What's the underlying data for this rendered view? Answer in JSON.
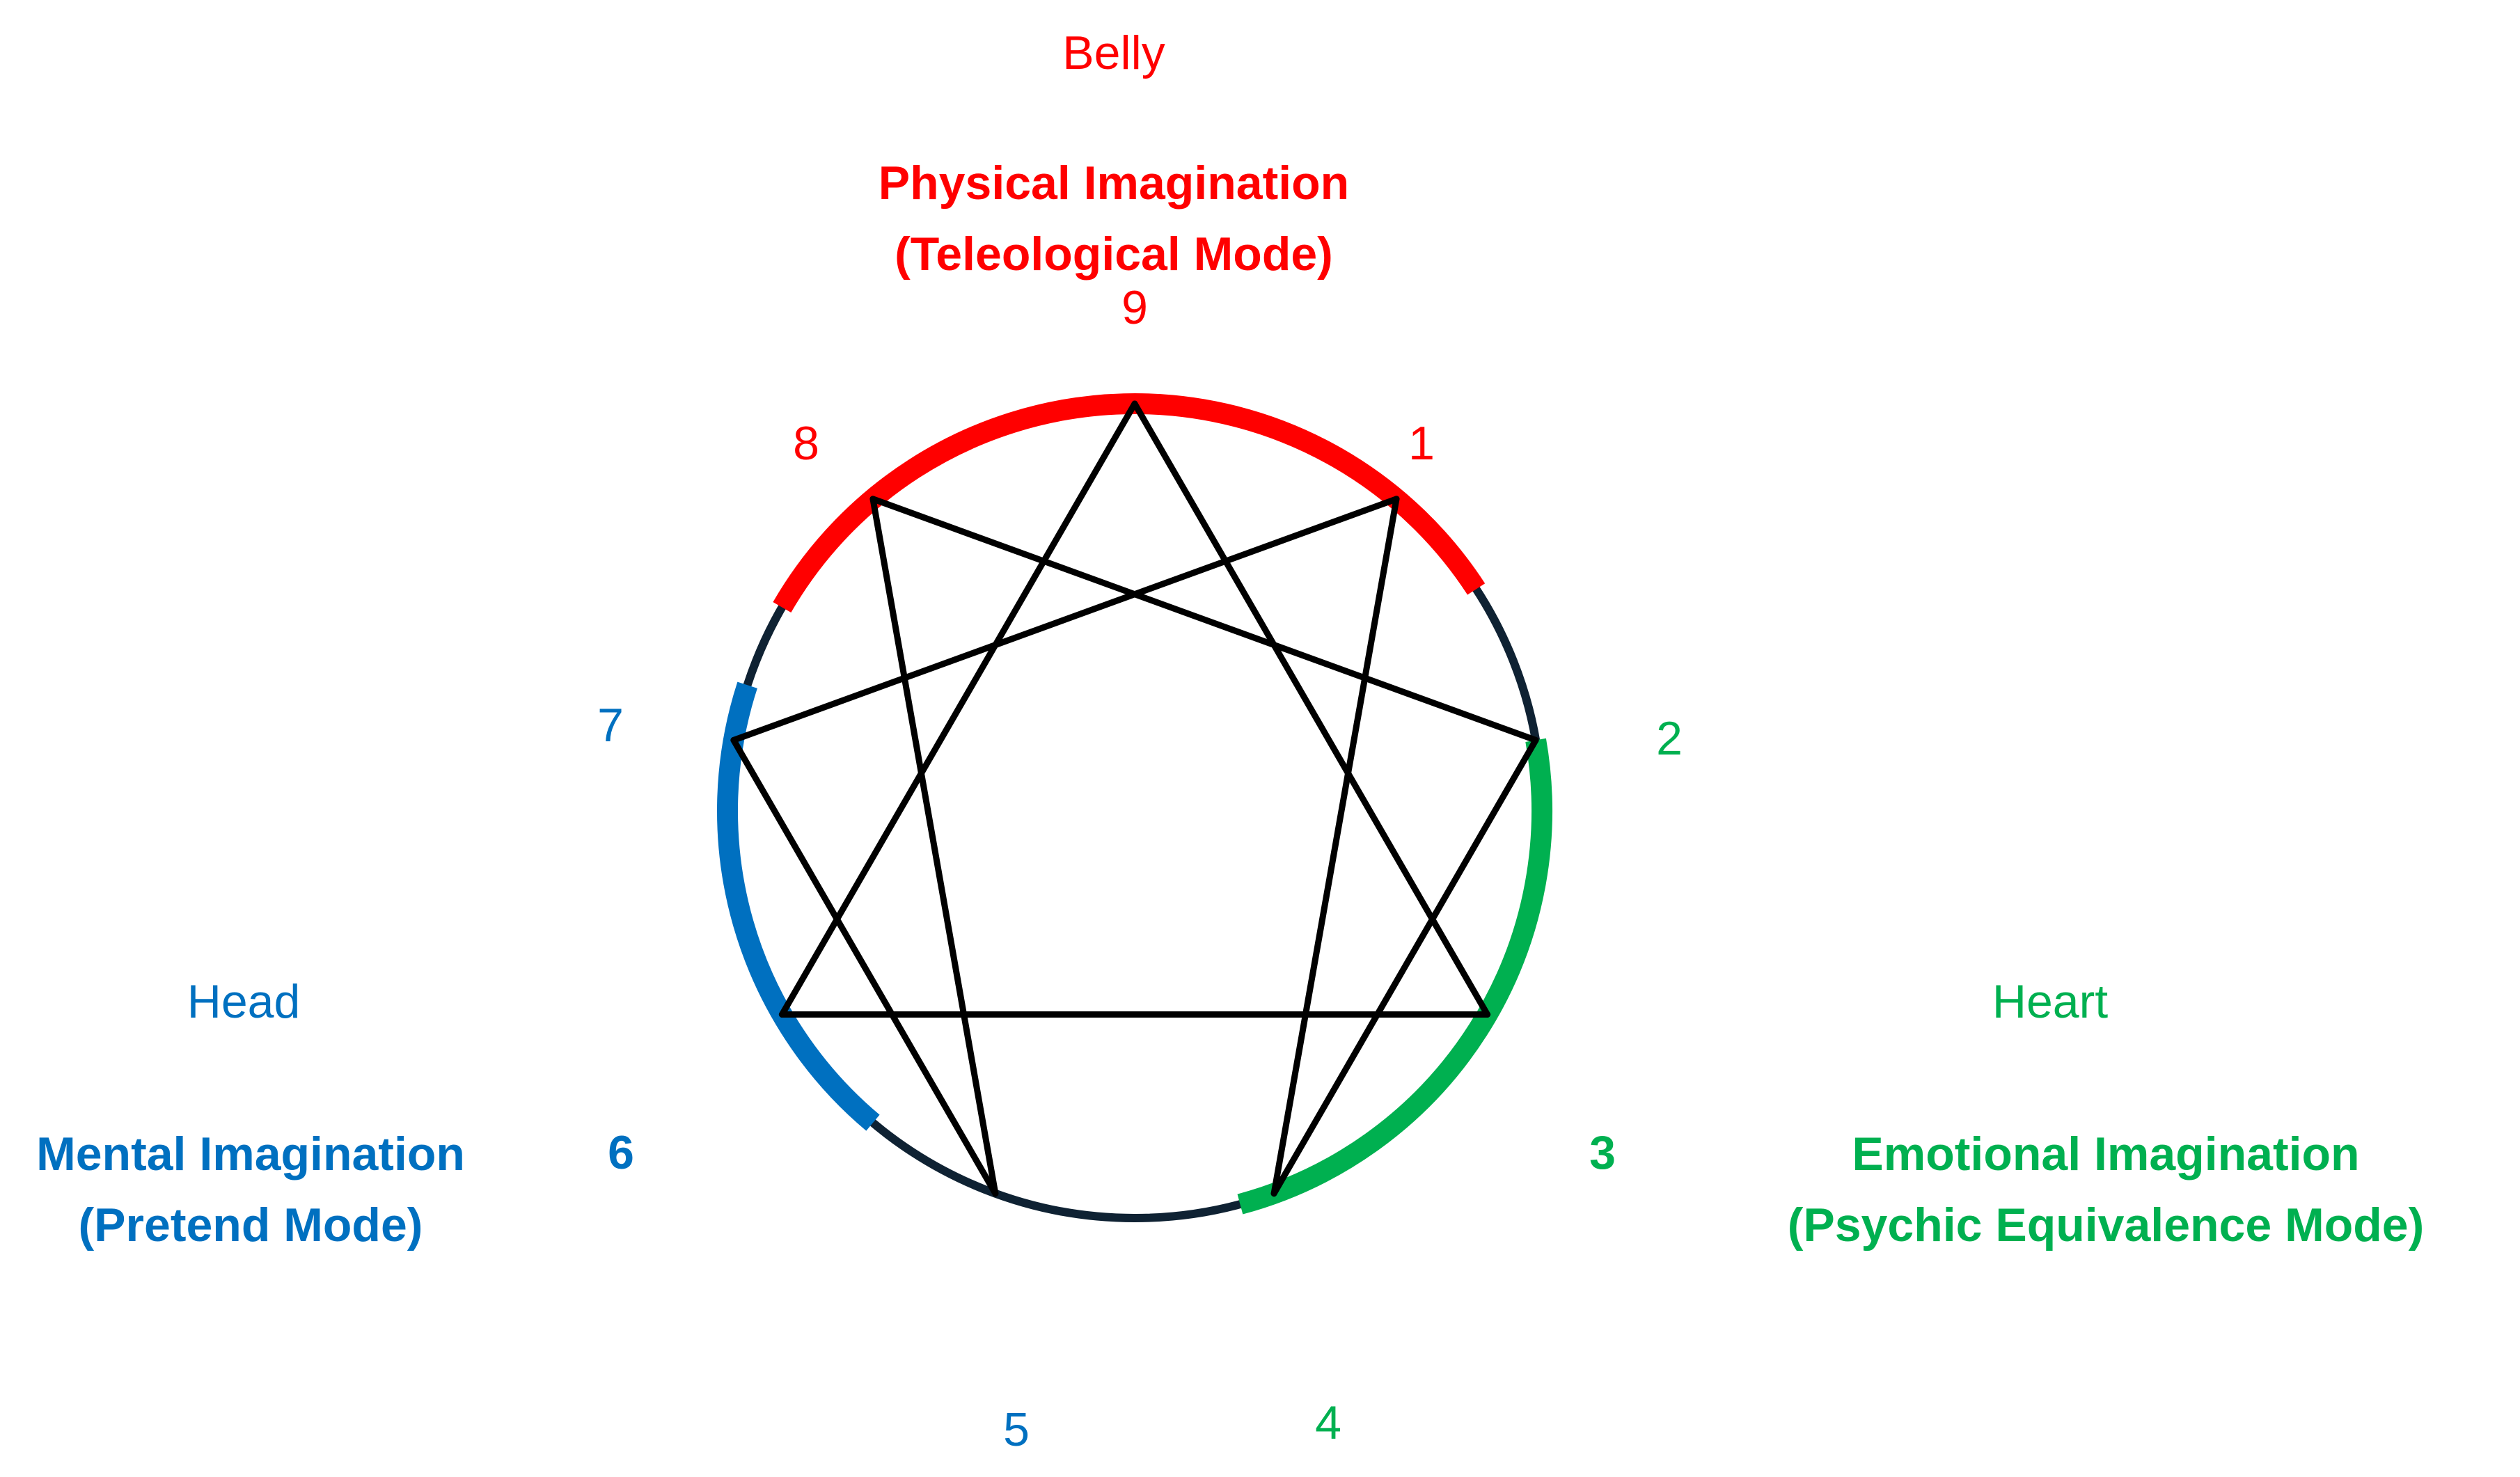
{
  "colors": {
    "belly": "#ff0000",
    "heart": "#00b050",
    "head": "#0070c0",
    "circle": "#0f2233",
    "lines": "#000000"
  },
  "belly": {
    "center": "Belly",
    "mode_line1": "Physical Imagination",
    "mode_line2": "(Teleological Mode)"
  },
  "heart": {
    "center": "Heart",
    "mode_line1": "Emotional Imagination",
    "mode_line2": "(Psychic Equivalence Mode)"
  },
  "head": {
    "center": "Head",
    "mode_line1": "Mental Imagination",
    "mode_line2": "(Pretend Mode)"
  },
  "points": [
    {
      "number": "1",
      "center": "belly"
    },
    {
      "number": "2",
      "center": "heart"
    },
    {
      "number": "3",
      "center": "heart"
    },
    {
      "number": "4",
      "center": "heart"
    },
    {
      "number": "5",
      "center": "head"
    },
    {
      "number": "6",
      "center": "head"
    },
    {
      "number": "7",
      "center": "head"
    },
    {
      "number": "8",
      "center": "belly"
    },
    {
      "number": "9",
      "center": "belly"
    }
  ],
  "connections": {
    "triangle": [
      "9",
      "3",
      "6"
    ],
    "hexad": [
      "1",
      "4",
      "2",
      "8",
      "5",
      "7"
    ]
  }
}
